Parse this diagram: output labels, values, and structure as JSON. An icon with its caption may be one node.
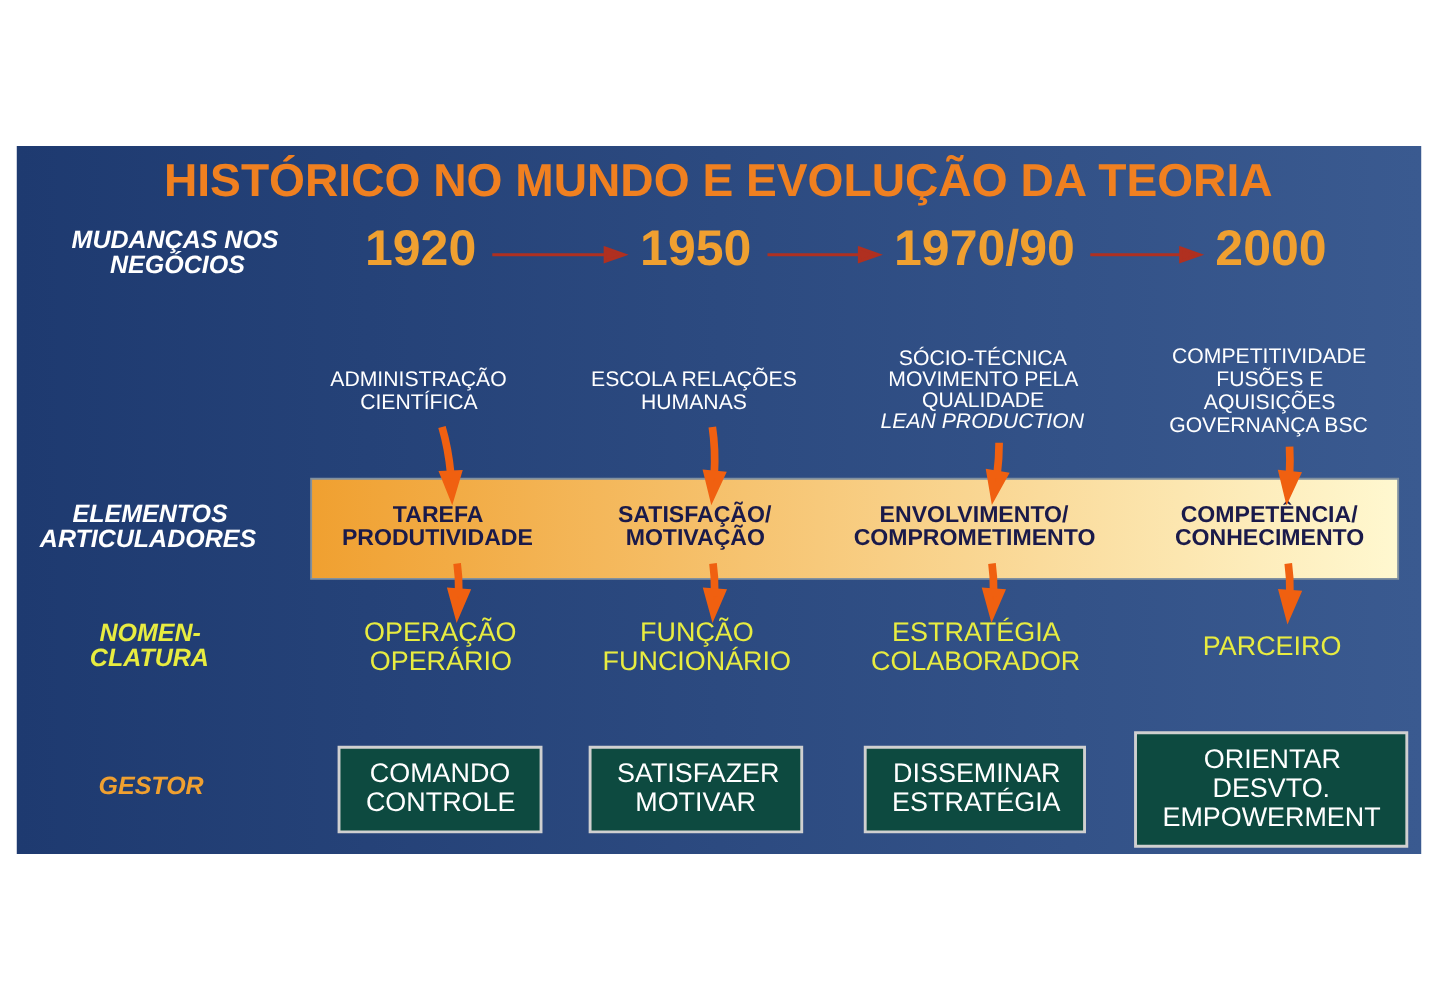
{
  "diagram": {
    "title": "HISTÓRICO NO MUNDO E EVOLUÇÃO DA TEORIA",
    "nodes": [
      {
        "text": [
          "1920"
        ]
      },
      {
        "text": [
          "1950"
        ]
      },
      {
        "text": [
          "1970/90"
        ]
      },
      {
        "text": [
          "2000"
        ]
      },
      {
        "text": [
          "ADMINISTRAÇÃO CIENTÍFICA"
        ]
      },
      {
        "text": [
          "ESCOLA RELAÇÕES HUMANAS"
        ]
      },
      {
        "text": [
          "SÓCIO-TÉCNICA MOVIMENTO PELA QUALIDADE",
          "LEAN PRODUCTION"
        ]
      },
      {
        "text": [
          "COMPETITIVIDADE FUSÕES E AQUISIÇÕES GOVERNANÇA BSC"
        ]
      },
      {
        "text": [],
        "shape": "band"
      },
      {
        "text": [
          "TAREFA PRODUTIVIDADE"
        ],
        "in": 8
      },
      {
        "text": [
          "SATISFAÇÃO/ MOTIVAÇÃO"
        ],
        "in": 8
      },
      {
        "text": [
          "ENVOLVIMENTO/ COMPROMETIMENTO"
        ],
        "in": 8
      },
      {
        "text": [
          "COMPETÊNCIA/ CONHECIMENTO"
        ],
        "in": 8
      },
      {
        "text": [
          "OPERAÇÃO OPERÁRIO"
        ]
      },
      {
        "text": [
          "FUNÇÃO FUNCIONÁRIO"
        ]
      },
      {
        "text": [
          "ESTRATÉGIA COLABORADOR"
        ]
      },
      {
        "text": [
          "PARCEIRO"
        ]
      },
      {
        "text": [
          "COMANDO CONTROLE"
        ]
      },
      {
        "text": [
          "SATISFAZER MOTIVAR"
        ]
      },
      {
        "text": [
          "DISSEMINAR ESTRATÉGIA"
        ]
      },
      {
        "text": [
          "ORIENTAR DESVTO. EMPOWERMENT"
        ]
      }
    ],
    "edges": [
      {
        "from": 0,
        "to": 1,
        "arrow": "to",
        "color": "#b03020"
      },
      {
        "from": 1,
        "to": 2,
        "arrow": "to",
        "color": "#b03020"
      },
      {
        "from": 2,
        "to": 3,
        "arrow": "to",
        "color": "#b03020"
      },
      {
        "from": 4,
        "to": 9,
        "arrow": "to"
      },
      {
        "from": 5,
        "to": 10,
        "arrow": "to"
      },
      {
        "from": 6,
        "to": 11,
        "arrow": "to"
      },
      {
        "from": 7,
        "to": 12,
        "arrow": "to"
      },
      {
        "from": 9,
        "to": 13,
        "arrow": "to"
      },
      {
        "from": 10,
        "to": 14,
        "arrow": "to"
      },
      {
        "from": 11,
        "to": 15,
        "arrow": "to"
      },
      {
        "from": 12,
        "to": 16,
        "arrow": "to"
      }
    ],
    "labels": [
      "MUDANÇAS NOS NEGÓCIOS",
      "ELEMENTOS ARTICULADORES",
      "NOMEN- CLATURA",
      "GESTOR"
    ]
  }
}
